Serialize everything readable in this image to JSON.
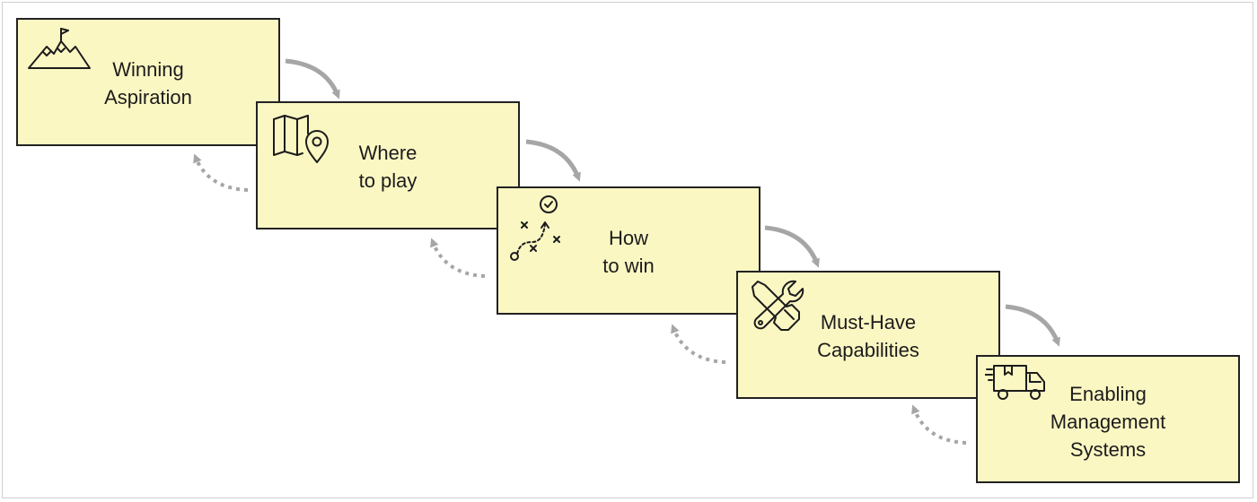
{
  "steps": [
    {
      "id": "winning-aspiration",
      "icon": "mountain-flag-icon",
      "lines": [
        "Winning",
        "Aspiration"
      ]
    },
    {
      "id": "where-to-play",
      "icon": "map-pin-icon",
      "lines": [
        "Where",
        "to play"
      ]
    },
    {
      "id": "how-to-win",
      "icon": "strategy-play-icon",
      "lines": [
        "How",
        "to win"
      ]
    },
    {
      "id": "must-have-capabilities",
      "icon": "wrench-screwdriver-icon",
      "lines": [
        "Must-Have",
        "Capabilities"
      ]
    },
    {
      "id": "enabling-management-systems",
      "icon": "delivery-truck-icon",
      "lines": [
        "Enabling",
        "Management",
        "Systems"
      ]
    }
  ],
  "colors": {
    "box_fill": "#fbf7c3",
    "box_border": "#222222",
    "arrow": "#a6a6a6"
  }
}
